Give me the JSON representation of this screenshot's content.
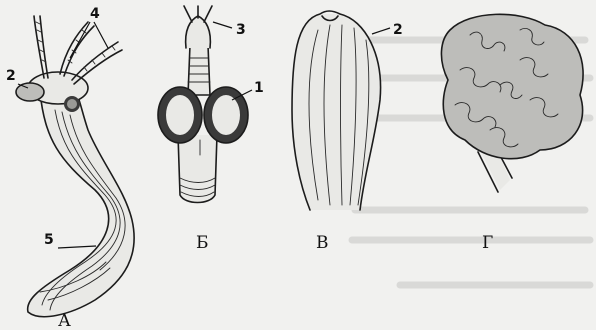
{
  "figures": [
    {
      "id": "A",
      "label": "А"
    },
    {
      "id": "B",
      "label": "Б"
    },
    {
      "id": "V",
      "label": "В"
    },
    {
      "id": "G",
      "label": "Г"
    }
  ],
  "callouts": {
    "n1": "1",
    "n2a": "2",
    "n2v": "2",
    "n3": "3",
    "n4": "4",
    "n5": "5"
  }
}
